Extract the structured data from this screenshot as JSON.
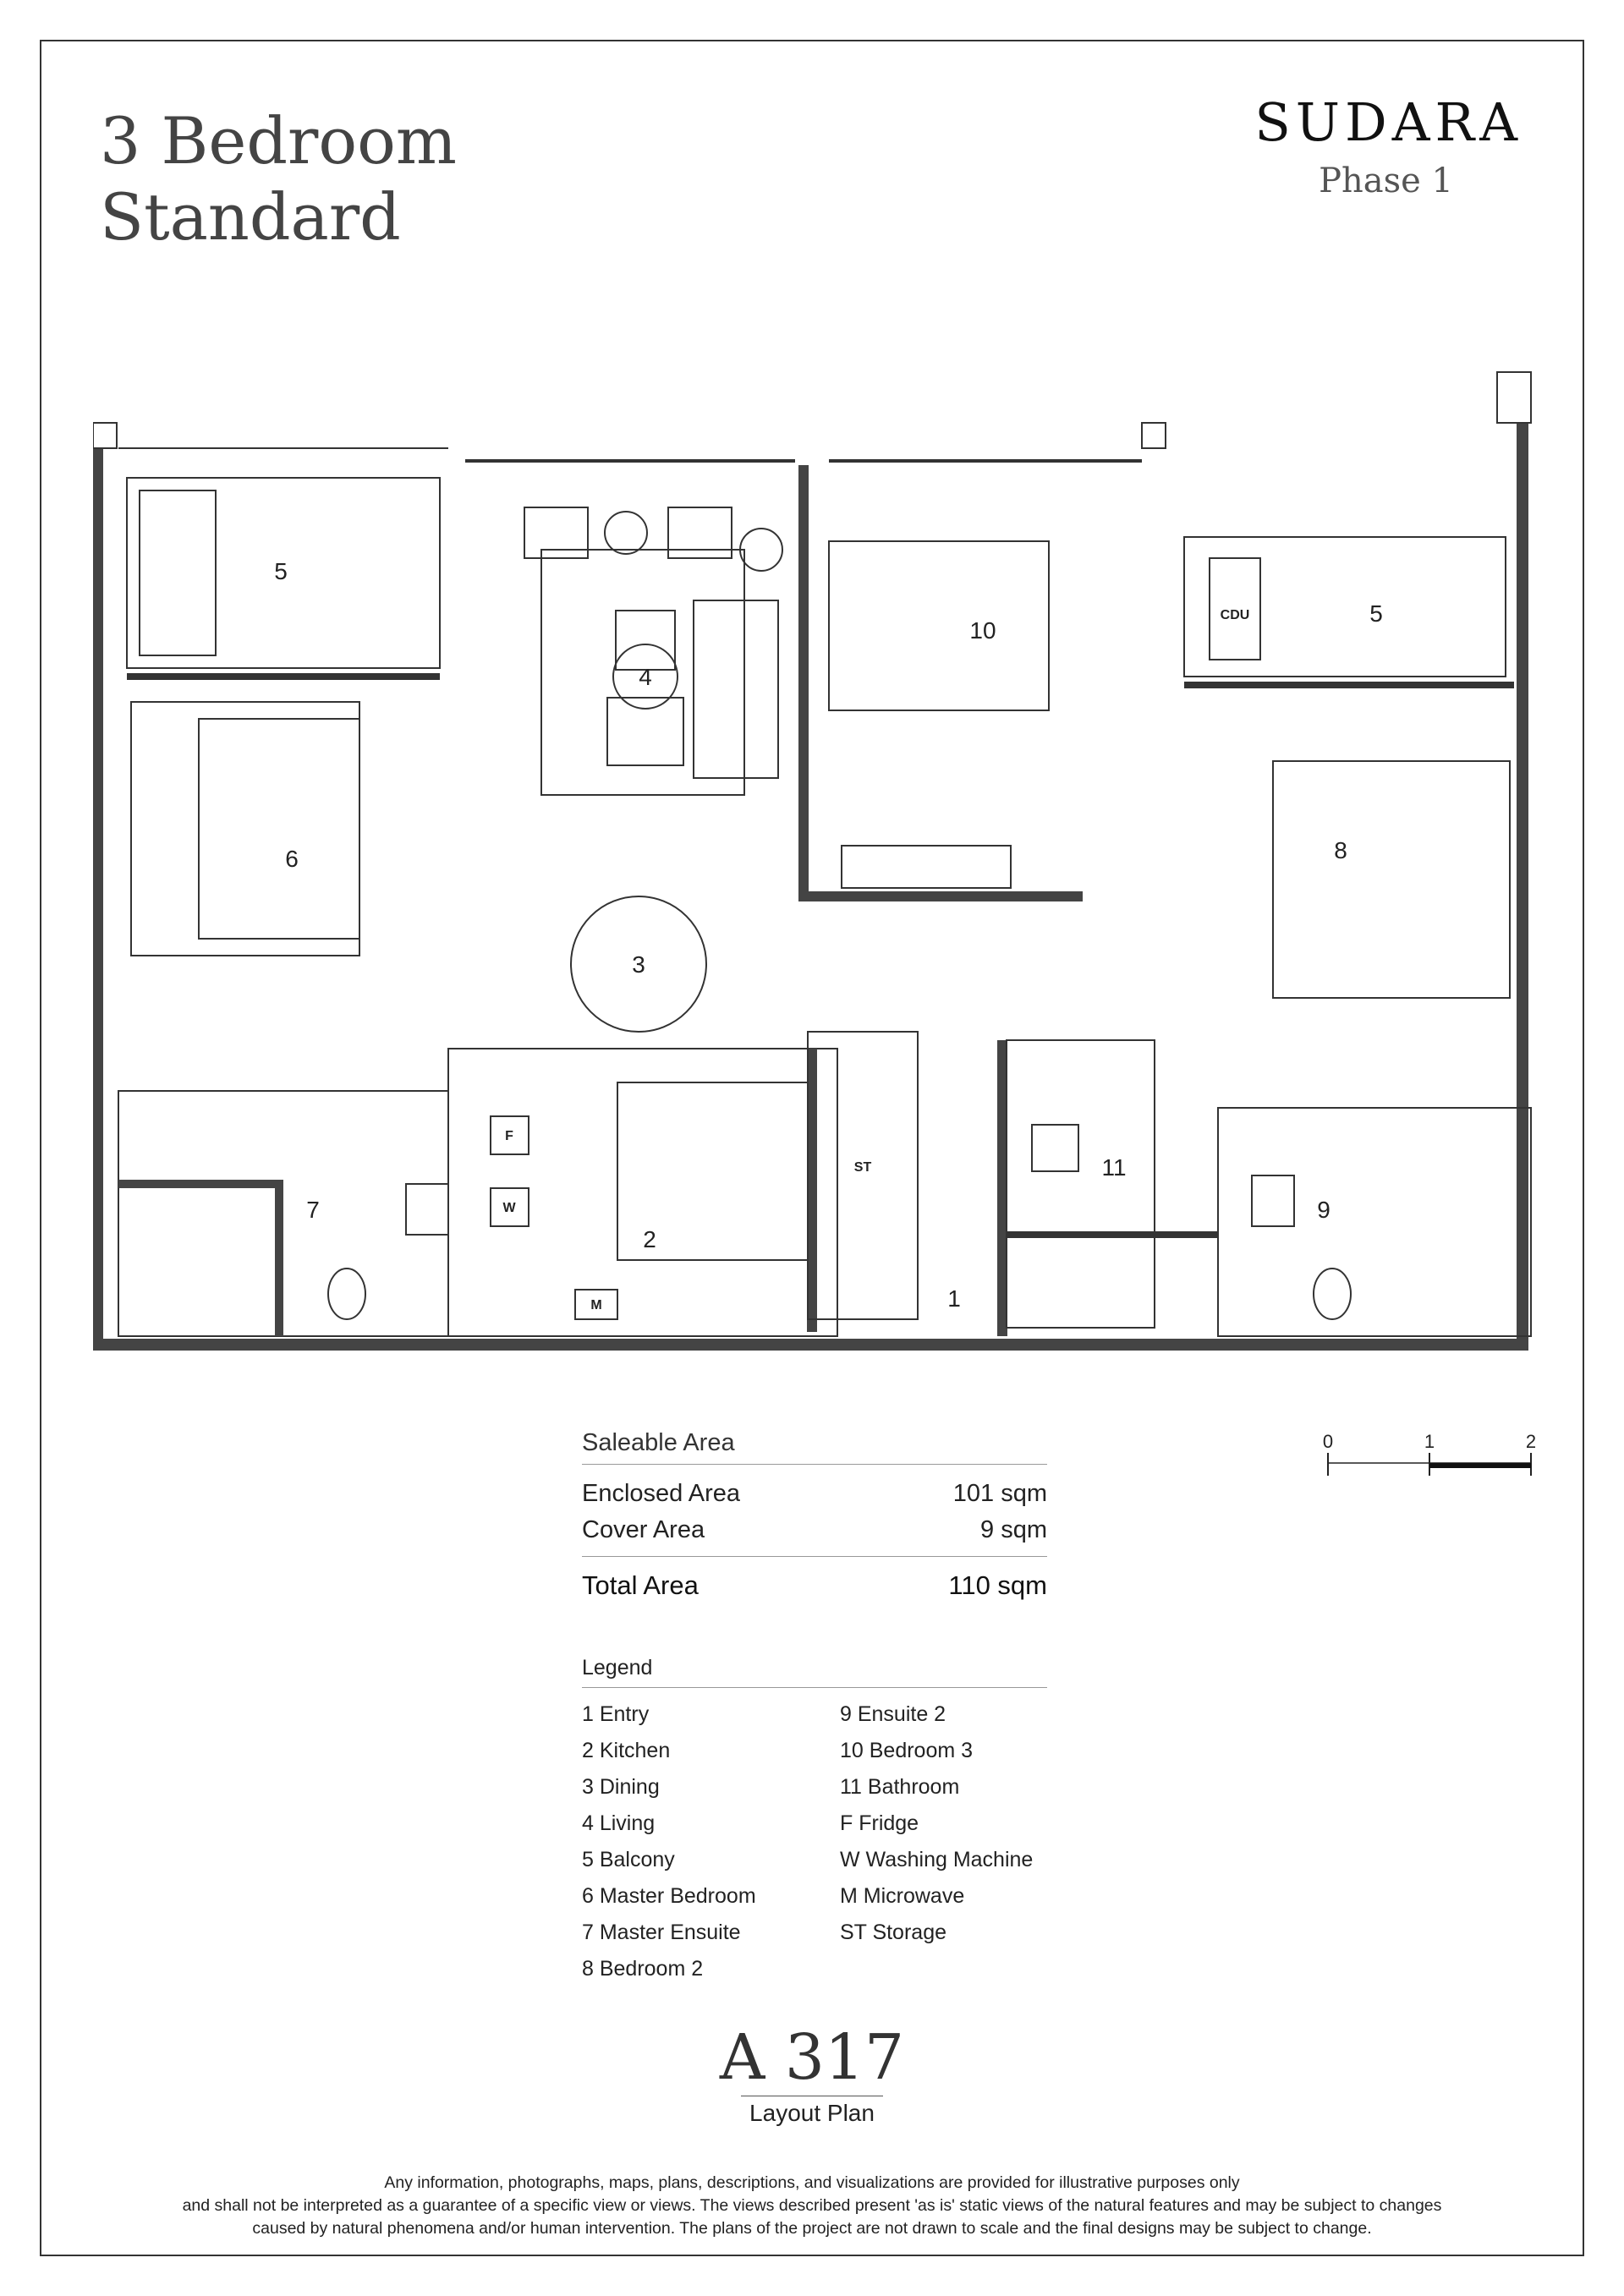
{
  "title": {
    "line1": "3 Bedroom",
    "line2": "Standard"
  },
  "brand": {
    "logo": "SUDARA",
    "phase": "Phase 1"
  },
  "plan": {
    "rooms": [
      "1",
      "2",
      "3",
      "4",
      "5",
      "5",
      "6",
      "7",
      "8",
      "9",
      "10",
      "11"
    ],
    "appliances": {
      "fridge": "F",
      "washer": "W",
      "microwave": "M",
      "storage": "ST",
      "cdu": "CDU"
    }
  },
  "scale_bar": {
    "ticks": [
      "0",
      "1",
      "2"
    ]
  },
  "area": {
    "heading": "Saleable Area",
    "rows": [
      {
        "label": "Enclosed Area",
        "value": "101 sqm"
      },
      {
        "label": "Cover Area",
        "value": "9 sqm"
      }
    ],
    "total_label": "Total Area",
    "total_value": "110 sqm"
  },
  "legend": {
    "heading": "Legend",
    "col1": [
      "1   Entry",
      "2   Kitchen",
      "3   Dining",
      "4   Living",
      "5   Balcony",
      "6   Master Bedroom",
      "7  Master Ensuite",
      "8   Bedroom  2"
    ],
    "col2": [
      "9   Ensuite 2",
      "10 Bedroom 3",
      "11  Bathroom",
      "F   Fridge",
      "W  Washing Machine",
      "M  Microwave",
      "ST Storage"
    ]
  },
  "unit": {
    "code": "A 317",
    "subtitle": "Layout Plan"
  },
  "disclaimer": [
    "Any information, photographs, maps, plans, descriptions, and visualizations are provided for illustrative purposes only",
    "and shall not be interpreted as a guarantee of a specific view or views. The views described present 'as is' static views of the natural features and may be subject to changes",
    "caused by natural phenomena and/or human intervention. The plans of the project are not drawn to scale and the final designs may be subject to change."
  ]
}
